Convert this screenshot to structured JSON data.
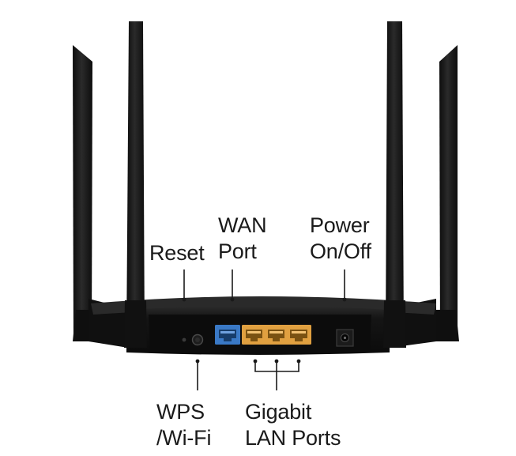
{
  "labels": {
    "reset": "Reset",
    "wan_line1": "WAN",
    "wan_line2": "Port",
    "power_line1": "Power",
    "power_line2": "On/Off",
    "wps_line1": "WPS",
    "wps_line2": "/Wi-Fi",
    "lan_line1": "Gigabit",
    "lan_line2": "LAN Ports"
  },
  "colors": {
    "body": "#121212",
    "antenna": "#161616",
    "wan_port": "#3a79c6",
    "lan_port": "#e0a040",
    "callout_line": "#1a1a1a",
    "text": "#1a1a1a"
  }
}
